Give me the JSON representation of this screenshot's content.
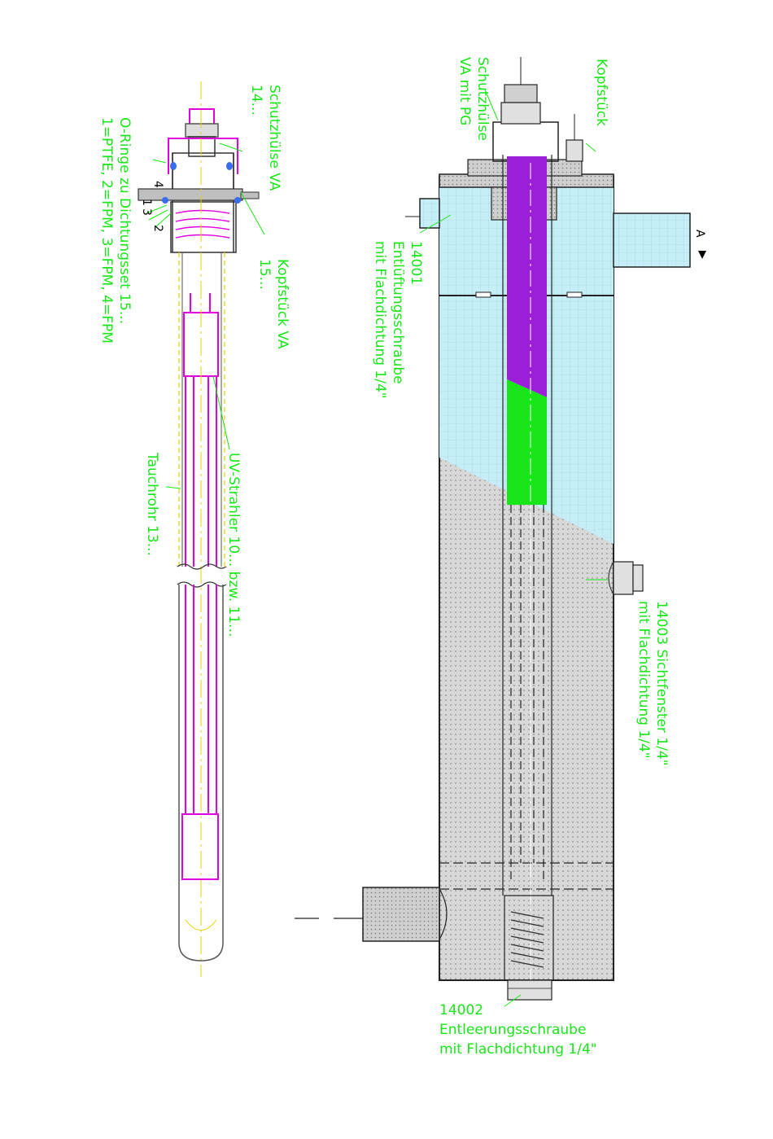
{
  "labels": {
    "schutzhuelse_small_1": "Schutzhülse VA",
    "schutzhuelse_small_2": "14...",
    "kopfstueck_small_1": "Kopfstück VA",
    "kopfstueck_small_2": "15...",
    "oringe_1": "O-Ringe zu Dichtungsset 15...",
    "oringe_2": "1=PTFE, 2=FPM, 3=FPM, 4=FPM",
    "ring_1": "1",
    "ring_2": "2",
    "ring_3": "3",
    "ring_4": "4",
    "uvstrahler": "UV-Strahler 10... bzw. 11...",
    "tauchrohr": "Tauchrohr 13...",
    "schutzhuelse_big_1": "Schutzhülse",
    "schutzhuelse_big_2": "VA mit PG",
    "kopfstueck_big": "Kopfstück",
    "entlueftung_1": "14001",
    "entlueftung_2": "Entlüftungsschraube",
    "entlueftung_3": "mit Flachdichtung 1/4\"",
    "sichtfenster_1": "14003 Sichtfenster 1/4\"",
    "sichtfenster_2": "mit Flachdichtung 1/4\"",
    "entleerung_1": "14002",
    "entleerung_2": "Entleerungsschraube",
    "entleerung_3": "mit Flachdichtung 1/4\"",
    "section_marker": "A"
  },
  "colors": {
    "label": "#19e619",
    "lamp": "#e000e0",
    "axis": "#e6d200",
    "water": "#aee8f2",
    "body": "#d4d4d4",
    "purple": "#9a1fd6",
    "green": "#19e619"
  }
}
